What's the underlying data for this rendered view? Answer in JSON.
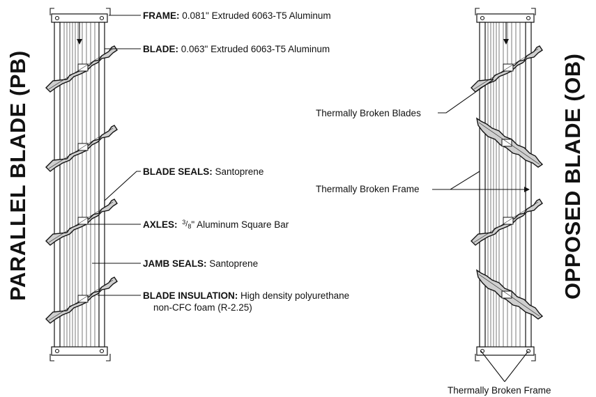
{
  "titles": {
    "parallel": "PARALLEL BLADE (PB)",
    "opposed": "OPPOSED BLADE (OB)"
  },
  "callouts_pb": [
    {
      "bold": "FRAME:",
      "text": " 0.081\" Extruded 6063-T5 Aluminum"
    },
    {
      "bold": "BLADE:",
      "text": " 0.063\" Extruded 6063-T5 Aluminum"
    },
    {
      "bold": "BLADE SEALS:",
      "text": " Santoprene"
    },
    {
      "bold": "AXLES:",
      "frac_num": "3",
      "frac_den": "8",
      "text": "\" Aluminum Square Bar"
    },
    {
      "bold": "JAMB SEALS:",
      "text": " Santoprene"
    },
    {
      "bold": "BLADE INSULATION:",
      "text": " High density polyurethane",
      "line2": "non-CFC foam (R-2.25)"
    }
  ],
  "callouts_ob": {
    "blades": "Thermally Broken Blades",
    "frame_mid": "Thermally Broken Frame",
    "frame_bottom": "Thermally Broken Frame"
  }
}
